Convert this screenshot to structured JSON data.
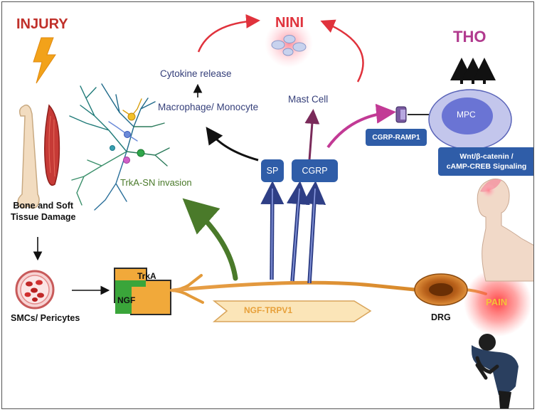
{
  "labels": {
    "injury": "INJURY",
    "bone_damage": "Bone and Soft\nTissue Damage",
    "smcs": "SMCs/ Pericytes",
    "trka": "TrkA",
    "ngf": "NGF",
    "trka_sn": "TrkA-SN invasion",
    "ngf_trpv1": "NGF-TRPV1",
    "sp": "SP",
    "cgrp": "CGRP",
    "cytokine": "Cytokine release",
    "macrophage": "Macrophage/ Monocyte",
    "mast_cell": "Mast Cell",
    "nini": "NINI",
    "tho": "THO",
    "mpc": "MPC",
    "cgrp_ramp1": "CGRP-RAMP1",
    "signaling": "Wnt/β-catenin /\ncAMP-CREB Signaling",
    "drg": "DRG",
    "pain": "PAIN"
  },
  "colors": {
    "injury": "#c0302a",
    "nini": "#e0323c",
    "tho": "#b13a8e",
    "green": "#4a7a2a",
    "navy": "#3a4a86",
    "box_blue": "#2f5da8",
    "orange_axon": "#e39a3a",
    "lightning": "#f2a21a",
    "mpc_fill": "#c3c6ec"
  },
  "icons": [
    "lightning-icon",
    "bone-icon",
    "muscle-icon",
    "neuron-tree-icon",
    "blood-vessel-icon",
    "head-icon",
    "person-pain-icon",
    "dividing-cells-icon"
  ]
}
